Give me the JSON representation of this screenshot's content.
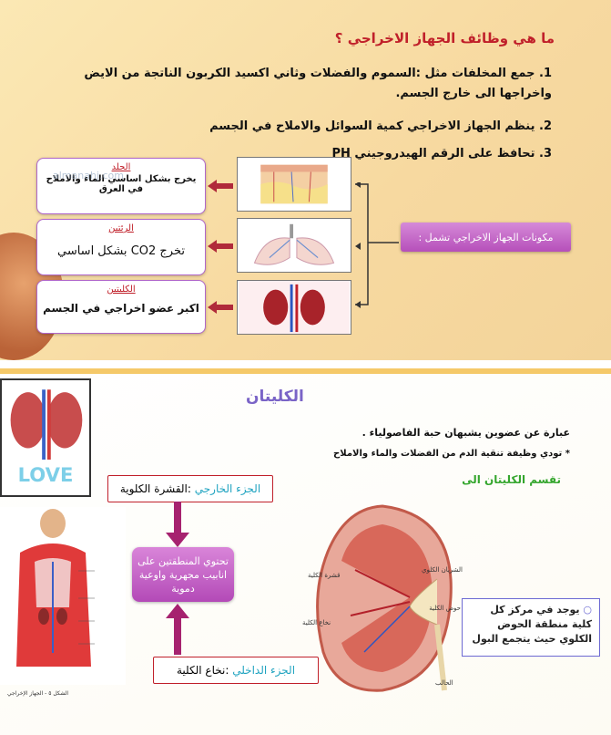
{
  "slide1": {
    "title": "ما هي وظائف الجهاز الاخراجي ؟",
    "points": [
      "1. جمع المخلفات مثل :السموم والفضلات وثاني اكسيد الكربون الناتجة من الايض واخراجها الى خارج الجسم.",
      "2. ينظم الجهاز الاخراجي كمية السوائل والاملاح في الجسم",
      "3. تحافظ على الرقم الهيدروجيني PH"
    ],
    "components_label": "مكونات الجهاز الاخراجي تشمل :",
    "cards": [
      {
        "heading": "الجلد",
        "text": "يخرج بشكل اساسي الماء والاملاح في العرق"
      },
      {
        "heading": "الرئتين",
        "text": "تخرج CO2 بشكل اساسي"
      },
      {
        "heading": "الكليتين",
        "text": "اكبر عضو اخراجي في الجسم"
      }
    ],
    "watermark": "almanahj.com"
  },
  "slide2": {
    "title": "الكليتان",
    "desc1": "عبارة عن عضوين يشبهان حبة الفاصولياء .",
    "desc2": "* تودي وظيفة تنقية الدم من الفضلات والماء والاملاح",
    "divides": "تقسم الكليتان الى",
    "outer_hl": "الجزء الخارجي",
    "outer_rest": ":القشرة الكلوية",
    "inner_hl": "الجزء الداخلي",
    "inner_rest": ":نخاع الكلية",
    "middle": "تحتوي المنطقتين على انابيب مجهرية واوعية دموية",
    "info": "يوجد في مركز كل كلية منطقة الحوض الكلوي حيث يتجمع البول",
    "love": "LOVE",
    "kidney_labels": [
      "الشريان الكلوي",
      "قشرة الكلية",
      "نخاع الكلية",
      "حوض الكلية",
      "الحالب"
    ],
    "caption": "الشكل ٥ - الجهاز الإخراجي"
  },
  "colors": {
    "accent_red": "#c0202a",
    "pill_purple": "#b64fba",
    "title_purple": "#7a64c7",
    "green": "#35a62e"
  }
}
